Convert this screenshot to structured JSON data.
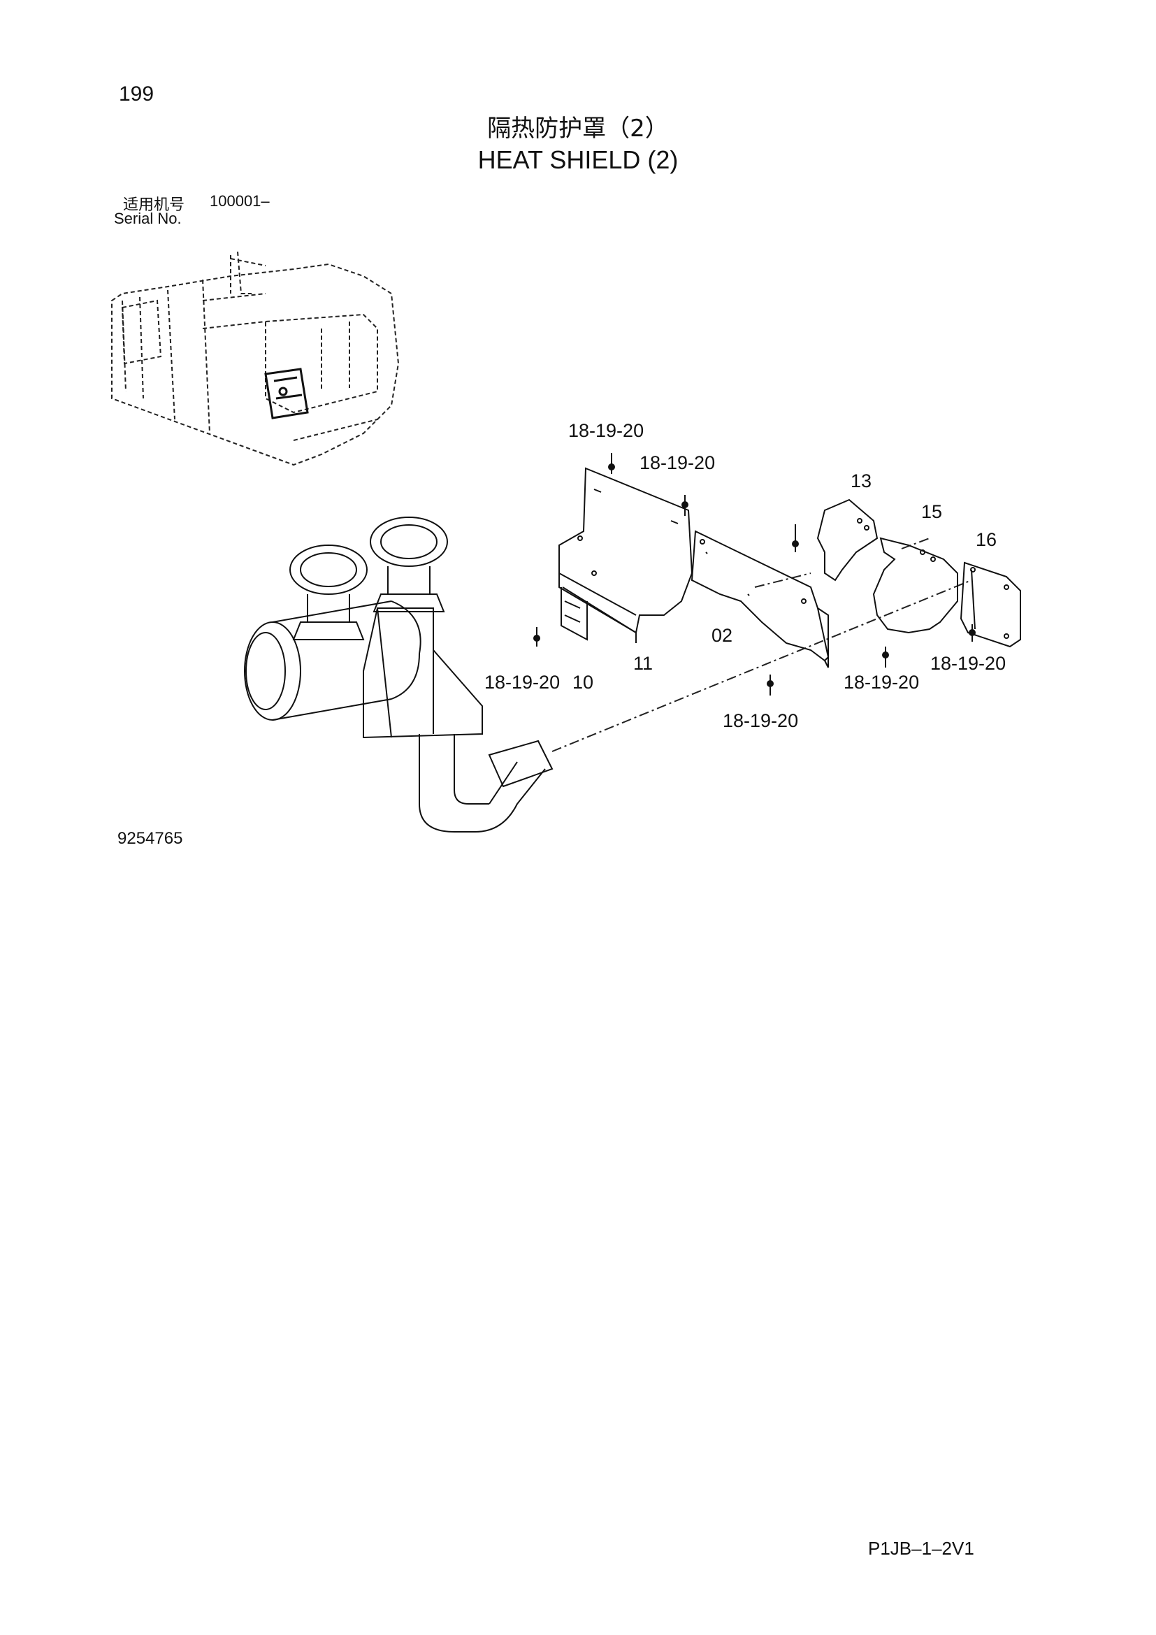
{
  "header": {
    "page_number": "199",
    "title_cn": "隔热防护罩（2）",
    "title_en": "HEAT SHIELD (2)"
  },
  "serial": {
    "label_cn": "适用机号",
    "value": "100001–",
    "label_en": "Serial No."
  },
  "diagram": {
    "callouts": {
      "c1": "18-19-20",
      "c2": "18-19-20",
      "c3": "13",
      "c4": "15",
      "c5": "16",
      "c6": "02",
      "c7": "11",
      "c8": "18-19-20",
      "c9": "10",
      "c10": "18-19-20",
      "c11": "18-19-20",
      "c12": "18-19-20"
    }
  },
  "footer": {
    "doc_number": "9254765",
    "page_code": "P1JB–1–2V1"
  }
}
